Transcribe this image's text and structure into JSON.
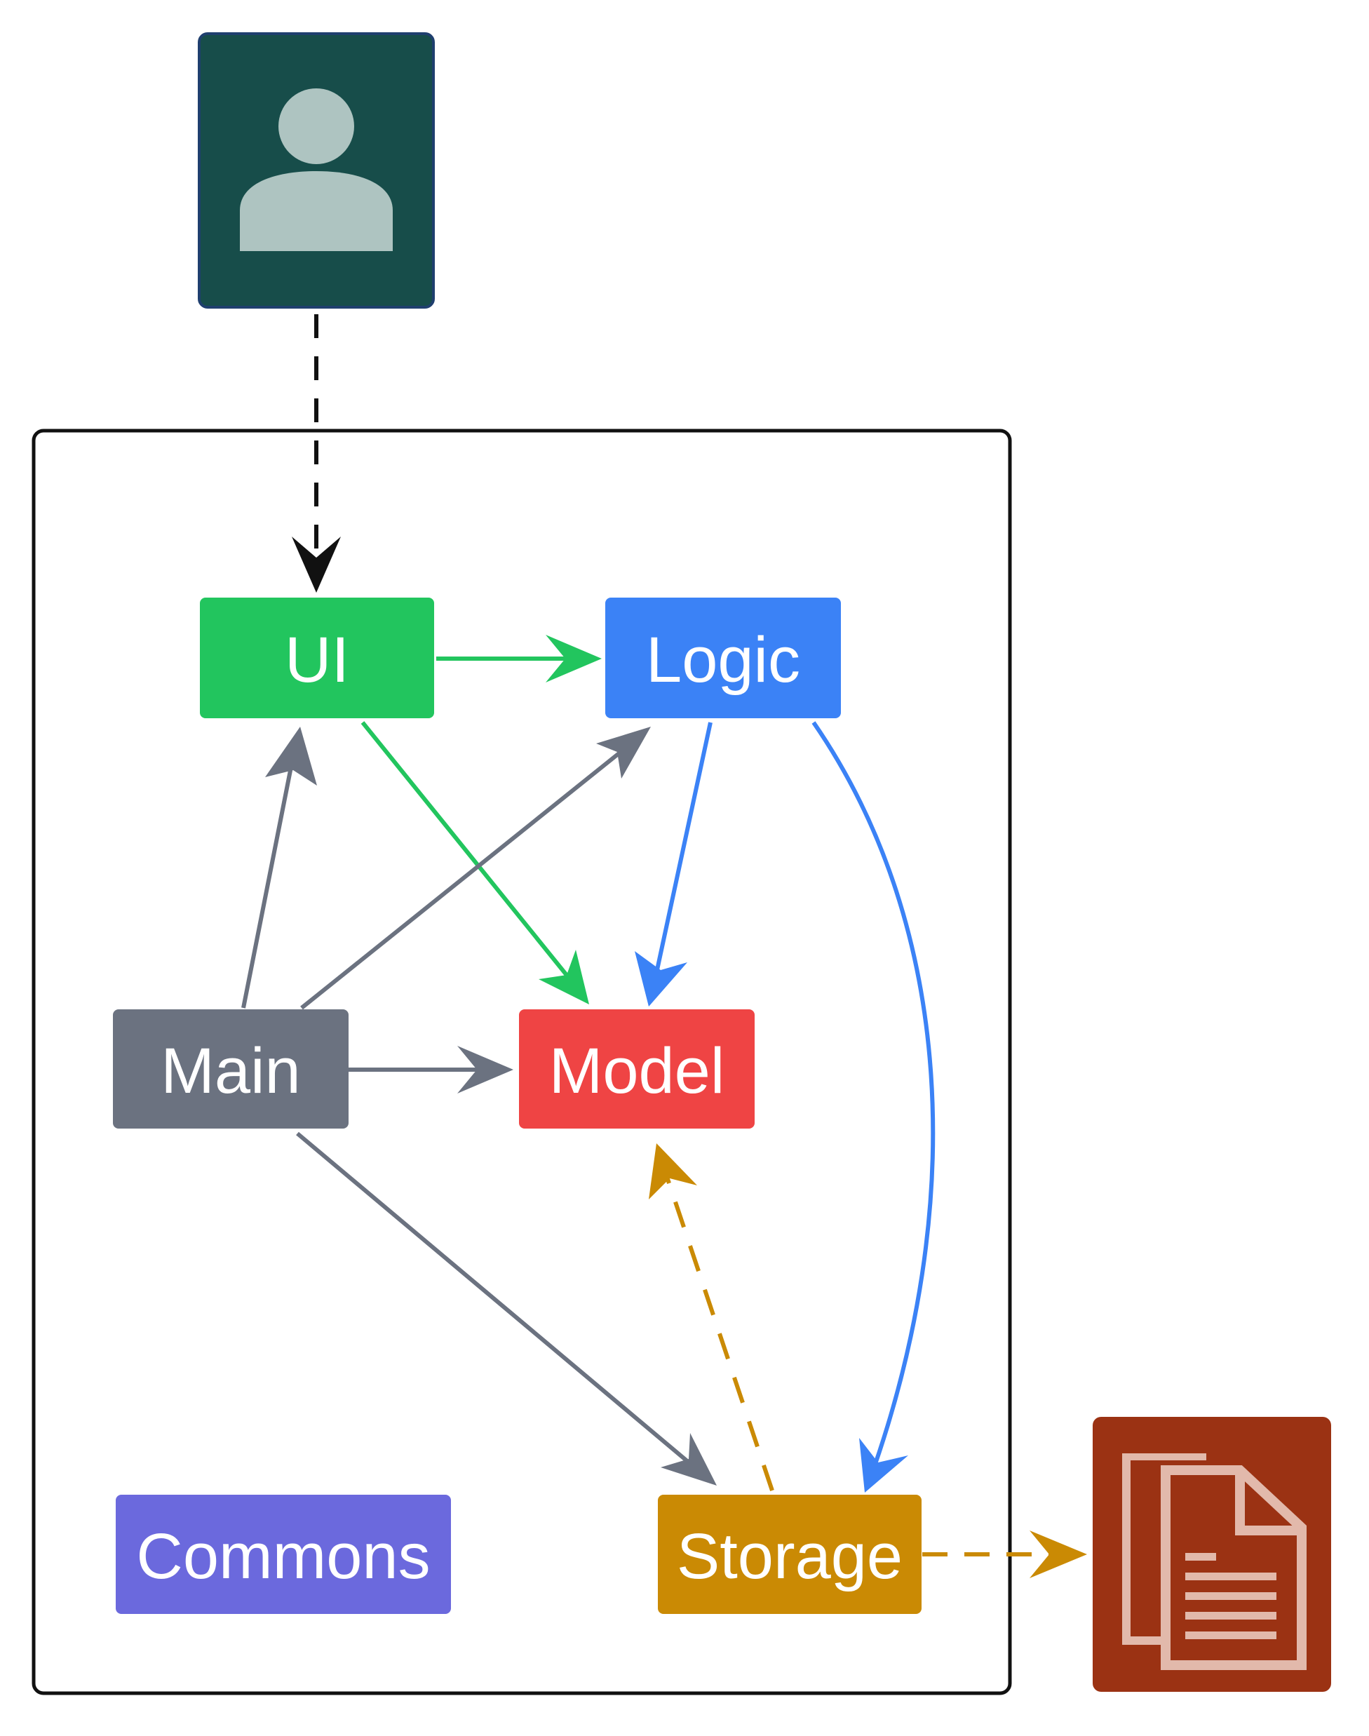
{
  "diagram": {
    "actor": {
      "icon": "user-icon"
    },
    "file": {
      "icon": "file-copy-icon"
    },
    "nodes": {
      "ui": {
        "label": "UI"
      },
      "logic": {
        "label": "Logic"
      },
      "main": {
        "label": "Main"
      },
      "model": {
        "label": "Model"
      },
      "commons": {
        "label": "Commons"
      },
      "storage": {
        "label": "Storage"
      }
    },
    "colors": {
      "ui": "#22c55e",
      "logic": "#3b82f6",
      "main": "#6b7280",
      "model": "#ef4444",
      "commons": "#6b69dd",
      "storage": "#ca8a04",
      "actor_bg": "#174d4a",
      "file_bg": "#9b3213"
    },
    "edges": [
      {
        "from": "user",
        "to": "UI",
        "style": "dashed"
      },
      {
        "from": "UI",
        "to": "Logic",
        "style": "solid"
      },
      {
        "from": "UI",
        "to": "Model",
        "style": "solid"
      },
      {
        "from": "Logic",
        "to": "Model",
        "style": "solid"
      },
      {
        "from": "Logic",
        "to": "Storage",
        "style": "solid"
      },
      {
        "from": "Main",
        "to": "UI",
        "style": "solid"
      },
      {
        "from": "Main",
        "to": "Logic",
        "style": "solid"
      },
      {
        "from": "Main",
        "to": "Model",
        "style": "solid"
      },
      {
        "from": "Main",
        "to": "Storage",
        "style": "solid"
      },
      {
        "from": "Storage",
        "to": "Model",
        "style": "dashed"
      },
      {
        "from": "Storage",
        "to": "file",
        "style": "dashed"
      }
    ]
  }
}
